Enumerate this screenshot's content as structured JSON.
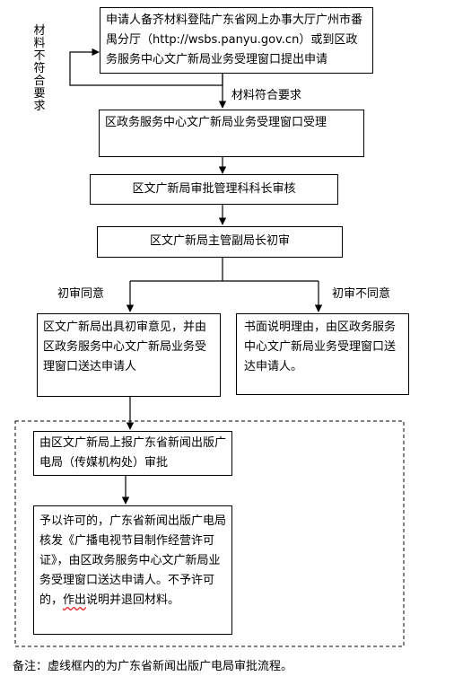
{
  "boxes": {
    "apply": "申请人备齐材料登陆广东省网上办事大厅广州市番禺分厅（http://wsbs.panyu.gov.cn）或到区政务服务中心文广新局业务受理窗口提出申请",
    "accept": "区政务服务中心文广新局业务受理窗口受理",
    "section_review": "区文广新局审批管理科科长审核",
    "deputy_review": "区文广新局主管副局长初审",
    "agree_box": "区文广新局出具初审意见，并由区政务服务中心文广新局业务受理窗口送达申请人",
    "disagree_box": "书面说明理由，由区政务服务中心文广新局业务受理窗口送达申请人。",
    "report": "由区文广新局上报广东省新闻出版广电局（传媒机构处）审批",
    "final_part1": "予以许可的，广东省新闻出版广电局核发《广播电视节目制作经营许可证》，由区政务服务中心文广新局业务受理窗口送达申请人。不予许可的，",
    "final_part2": "作出",
    "final_part3": "说明并退回材料。"
  },
  "labels": {
    "return_path": "材料不符合要求",
    "materials_ok": "材料符合要求",
    "first_agree": "初审同意",
    "first_disagree": "初审不同意"
  },
  "note": "备注：虚线框内的为广东省新闻出版广电局审批流程。"
}
